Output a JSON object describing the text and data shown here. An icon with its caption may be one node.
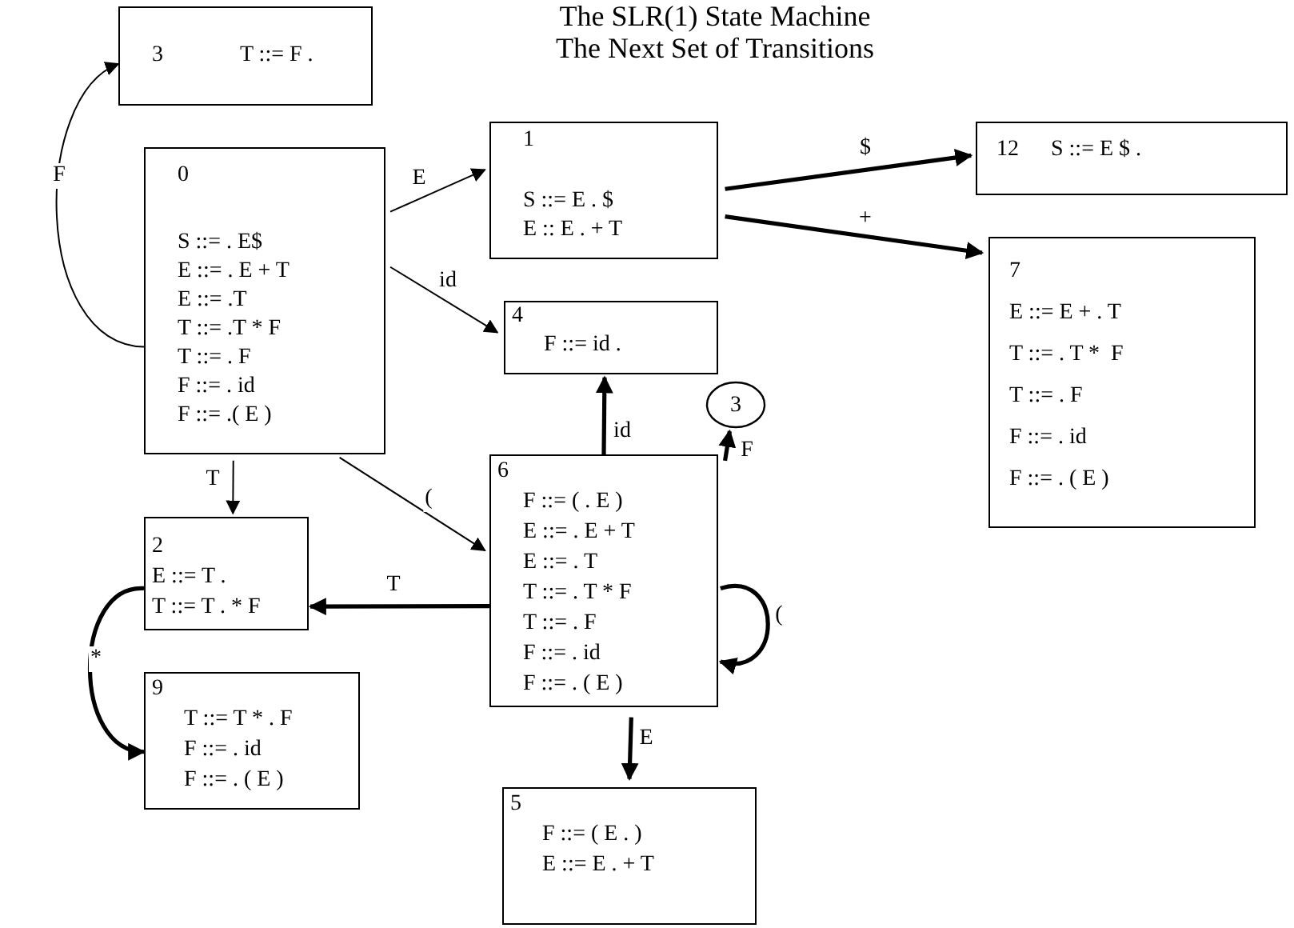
{
  "diagram": {
    "title": "The SLR(1) State Machine The Next Set of Transitions",
    "nodes": [
      {
        "text": [
          "3",
          "T ::= F ."
        ]
      },
      {
        "text": [
          "0",
          "S ::= . E$",
          "E ::= . E + T",
          "E ::= .T",
          "T ::= .T * F",
          "T ::= . F",
          "F ::= . id",
          "F ::= .( E )"
        ]
      },
      {
        "text": [
          "1",
          "S ::= E . $",
          "E :: E . + T"
        ]
      },
      {
        "text": [
          "12",
          "S ::= E $ ."
        ]
      },
      {
        "text": [
          "4",
          "F ::= id ."
        ]
      },
      {
        "text": [
          "7",
          "E ::= E + . T",
          "T ::= . T *  F",
          "T ::= . F",
          "F ::= . id",
          "F ::= . ( E )"
        ]
      },
      {
        "text": [
          "3"
        ]
      },
      {
        "text": [
          "2",
          "E ::= T .",
          "T ::= T . * F"
        ]
      },
      {
        "text": [
          "6",
          "F ::= ( . E )",
          "E ::= . E + T",
          "E ::= . T",
          "T ::= . T * F",
          "T ::= . F",
          "F ::= . id",
          "F ::= . ( E )"
        ]
      },
      {
        "text": [
          "9",
          "T ::= T * . F",
          "F ::= . id",
          "F ::= . ( E )"
        ]
      },
      {
        "text": [
          "5",
          "F ::= ( E . )",
          "E ::= E . + T"
        ]
      }
    ],
    "edges": [
      {
        "from": 1,
        "to": 0,
        "arrow": "to",
        "label": "F"
      },
      {
        "from": 1,
        "to": 2,
        "arrow": "to",
        "label": "E"
      },
      {
        "from": 1,
        "to": 4,
        "arrow": "to",
        "label": "id"
      },
      {
        "from": 1,
        "to": 7,
        "arrow": "to",
        "label": "T"
      },
      {
        "from": 1,
        "to": 8,
        "arrow": "to",
        "label": "("
      },
      {
        "from": 2,
        "to": 3,
        "arrow": "to",
        "label": "$"
      },
      {
        "from": 2,
        "to": 5,
        "arrow": "to",
        "label": "+"
      },
      {
        "from": 8,
        "to": 4,
        "arrow": "to",
        "label": "id"
      },
      {
        "from": 8,
        "to": 6,
        "arrow": "to",
        "label": "F"
      },
      {
        "from": 8,
        "to": 7,
        "arrow": "to",
        "label": "T"
      },
      {
        "from": 8,
        "to": 8,
        "arrow": "to",
        "label": "("
      },
      {
        "from": 8,
        "to": 10,
        "arrow": "to",
        "label": "E"
      },
      {
        "from": 7,
        "to": 9,
        "arrow": "to",
        "label": "*"
      }
    ]
  }
}
